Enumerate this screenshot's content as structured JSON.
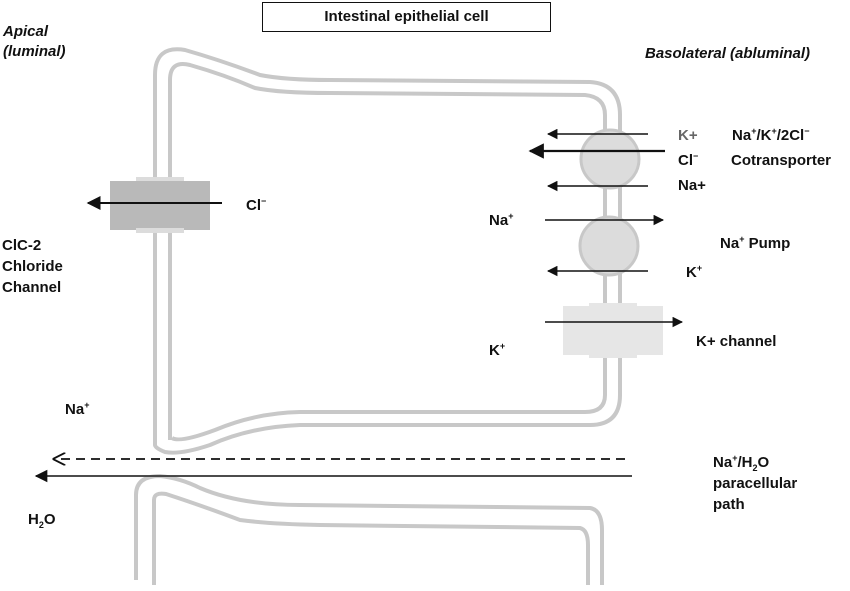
{
  "title": "Intestinal epithelial cell",
  "sides": {
    "apical_line1": "Apical",
    "apical_line2": "(luminal)",
    "basolateral": "Basolateral (abluminal)"
  },
  "apical_channel": {
    "ion": "Cl",
    "ion_charge": "−",
    "name_lines": [
      "ClC-2",
      "Chloride",
      "Channel"
    ],
    "direction": "left"
  },
  "cotransporter": {
    "name_line1_parts": [
      "Na",
      "+",
      "/K",
      "+",
      "/2Cl",
      "−"
    ],
    "name_line2": "Cotransporter",
    "ions": [
      {
        "label": "K+",
        "direction": "left"
      },
      {
        "label": "Cl",
        "charge": "−",
        "direction": "left"
      },
      {
        "label": "Na+",
        "direction": "left"
      }
    ]
  },
  "pump": {
    "name": "Na",
    "name_charge": "+",
    "name_suffix": " Pump",
    "ions": [
      {
        "label": "Na",
        "charge": "+",
        "direction": "right"
      },
      {
        "label": "K",
        "charge": "+",
        "direction": "left"
      }
    ]
  },
  "k_channel": {
    "name": "K+ channel",
    "ion": "K",
    "ion_charge": "+",
    "direction": "right"
  },
  "paracellular": {
    "na_label": "Na",
    "na_charge": "+",
    "h2o_label_h": "H",
    "h2o_label_sub": "2",
    "h2o_label_o": "O",
    "name_line1_a": "Na",
    "name_line1_sup": "+",
    "name_line1_b": "/H",
    "name_line1_sub": "2",
    "name_line1_c": "O",
    "name_line2": "paracellular",
    "name_line3": "path",
    "arrows": [
      {
        "ion": "Na+",
        "style": "dashed",
        "direction": "left"
      },
      {
        "ion": "H2O",
        "style": "solid",
        "direction": "left"
      }
    ]
  },
  "colors": {
    "membrane": "#c8c8c8",
    "chloride_channel": "#b9b9b9",
    "transporter": "#dcdcdc",
    "k_channel": "#e6e6e6",
    "arrow": "#111111"
  }
}
